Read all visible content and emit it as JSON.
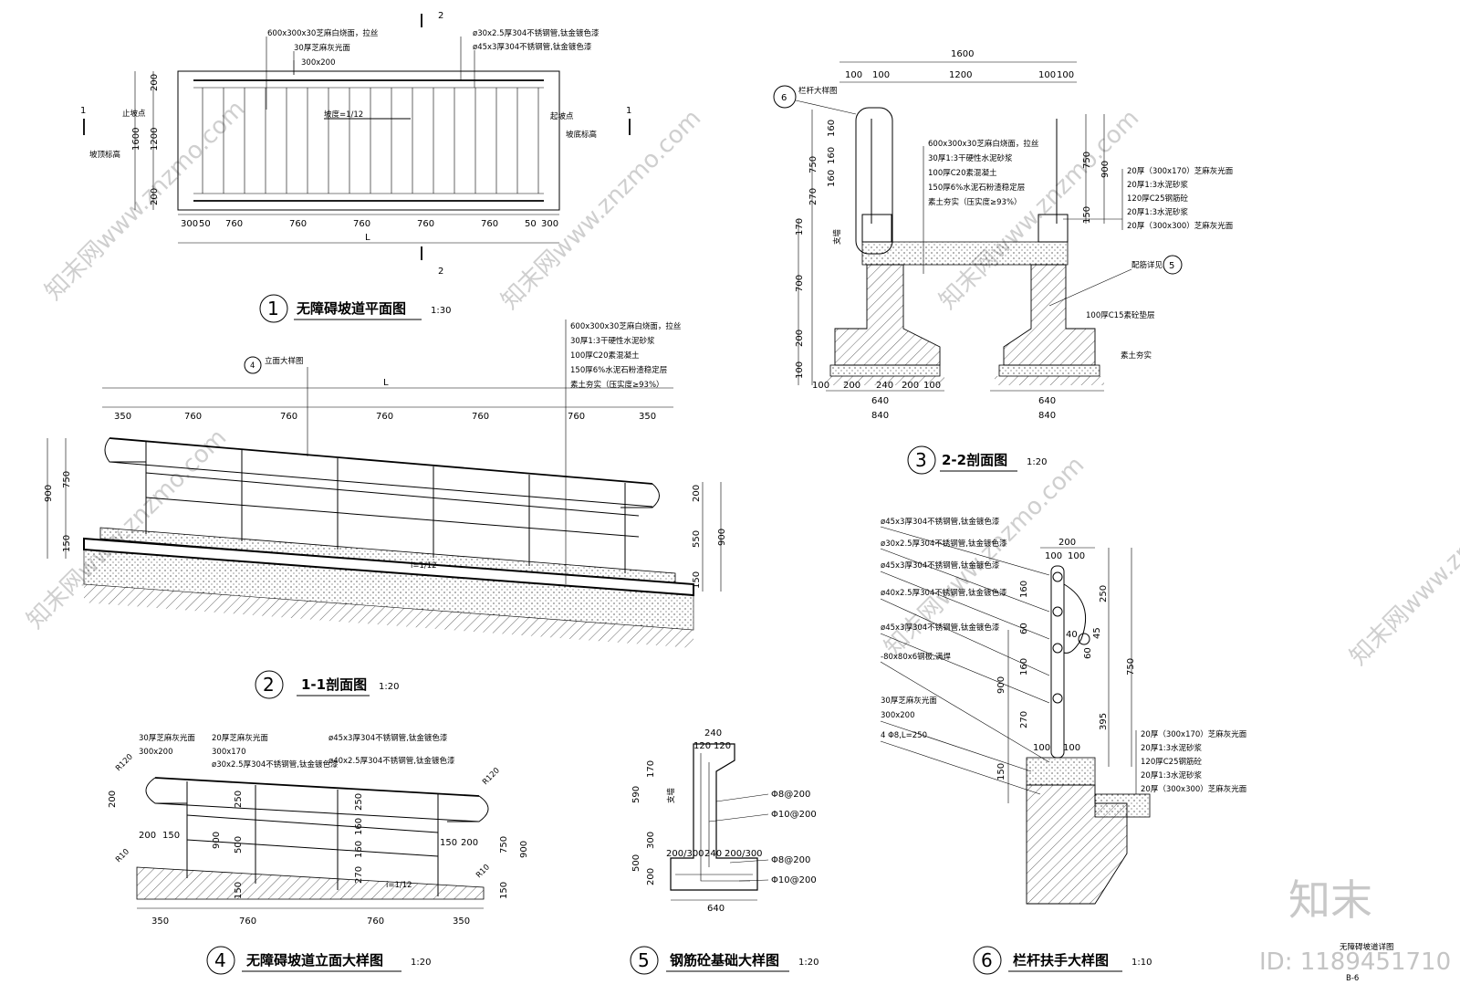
{
  "drawings": [
    {
      "num": "1",
      "title": "无障碍坡道平面图",
      "scale": "1:30"
    },
    {
      "num": "2",
      "title": "1-1剖面图",
      "scale": "1:20"
    },
    {
      "num": "3",
      "title": "2-2剖面图",
      "scale": "1:20"
    },
    {
      "num": "4",
      "title": "无障碍坡道立面大样图",
      "scale": "1:20"
    },
    {
      "num": "5",
      "title": "钢筋砼基础大样图",
      "scale": "1:20"
    },
    {
      "num": "6",
      "title": "栏杆扶手大样图",
      "scale": "1:10"
    }
  ],
  "plan": {
    "notes": [
      "600x300x30芝麻白烧面，拉丝",
      "30厚芝麻灰光面",
      "300x200",
      "ø30x2.5厚304不锈钢管,钛金镀色漆",
      "ø45x3厚304不锈钢管,钛金镀色漆",
      "止坡点",
      "起坡点",
      "坡顶标高",
      "坡底标高",
      "坡度=1/12"
    ],
    "bottom_dims": [
      "300",
      "50",
      "760",
      "760",
      "760",
      "760",
      "760",
      "50",
      "300"
    ],
    "total": "L",
    "side_dims": [
      "200",
      "1200",
      "200"
    ],
    "side_total": "1600",
    "section_marks": [
      "1",
      "1",
      "2",
      "2"
    ]
  },
  "section11": {
    "callout": "立面大样图",
    "callout_num": "4",
    "notes": [
      "600x300x30芝麻白烧面，拉丝",
      "30厚1:3干硬性水泥砂浆",
      "100厚C20素混凝土",
      "150厚6%水泥石粉渣稳定层",
      "素土夯实（压实度≥93%）"
    ],
    "top_dims": [
      "350",
      "760",
      "760",
      "760",
      "760",
      "760",
      "350"
    ],
    "total": "L",
    "left_dims": [
      "900",
      "750",
      "150"
    ],
    "right_dims": [
      "200",
      "550",
      "900",
      "150"
    ],
    "slope": "i=1/12"
  },
  "section22": {
    "top_dims": [
      "100",
      "100",
      "1200",
      "100",
      "100"
    ],
    "total": "1600",
    "callout": "栏杆大样图",
    "callout_num": "6",
    "notes": [
      "600x300x30芝麻白烧面，拉丝",
      "30厚1:3干硬性水泥砂浆",
      "100厚C20素混凝土",
      "150厚6%水泥石粉渣稳定层",
      "素土夯实（压实度≥93%）"
    ],
    "right_notes": [
      "20厚（300x170）芝麻灰光面",
      "20厚1:3水泥砂浆",
      "120厚C25钢筋砼",
      "20厚1:3水泥砂浆",
      "20厚（300x300）芝麻灰光面"
    ],
    "left_dims": [
      "160",
      "160",
      "160",
      "750",
      "270",
      "170",
      "700",
      "200",
      "100"
    ],
    "right_dims": [
      "750",
      "900",
      "150"
    ],
    "bottom_dims": [
      "100",
      "200",
      "240",
      "200",
      "100"
    ],
    "base_dims": [
      "640",
      "840"
    ],
    "rebar_note": "配筋详见",
    "rebar_num": "5",
    "base_note": "100厚C15素砼垫层",
    "soil_note": "素土夯实",
    "label_zhiqiang": "支墙"
  },
  "elevation": {
    "notes": [
      "30厚芝麻灰光面",
      "300x200",
      "20厚芝麻灰光面",
      "300x170",
      "ø30x2.5厚304不锈钢管,钛金镀色漆",
      "ø45x3厚304不锈钢管,钛金镀色漆",
      "ø40x2.5厚304不锈钢管,钛金镀色漆"
    ],
    "radii": [
      "R120",
      "R120",
      "R10",
      "R10"
    ],
    "dims": [
      "200",
      "200",
      "150",
      "150",
      "200",
      "250",
      "900",
      "500",
      "250",
      "160",
      "160",
      "270",
      "150",
      "750",
      "900",
      "150"
    ],
    "bottom_dims": [
      "350",
      "760",
      "760",
      "350"
    ],
    "slope": "i=1/12"
  },
  "foundation": {
    "top_dims": [
      "240",
      "120",
      "120"
    ],
    "left_dims": [
      "170",
      "590",
      "300",
      "500",
      "200"
    ],
    "mid_dims": [
      "200/300",
      "240",
      "200/300"
    ],
    "rebar": [
      "Φ8@200",
      "Φ10@200",
      "Φ8@200",
      "Φ10@200"
    ],
    "bottom": "640",
    "label_zhiqiang": "支墙"
  },
  "handrail": {
    "notes": [
      "ø45x3厚304不锈钢管,钛金镀色漆",
      "ø30x2.5厚304不锈钢管,钛金镀色漆",
      "ø45x3厚304不锈钢管,钛金镀色漆",
      "ø40x2.5厚304不锈钢管,钛金镀色漆",
      "ø45x3厚304不锈钢管,钛金镀色漆",
      "-80x80x6钢板,满焊",
      "30厚芝麻灰光面",
      "300x200",
      "4 Φ8,L=250"
    ],
    "top_dims": [
      "200",
      "100",
      "100"
    ],
    "dims": [
      "160",
      "60",
      "160",
      "900",
      "270",
      "150",
      "250",
      "45",
      "60",
      "40",
      "750",
      "395",
      "100",
      "100"
    ],
    "right_notes": [
      "20厚（300x170）芝麻灰光面",
      "20厚1:3水泥砂浆",
      "120厚C25钢筋砼",
      "20厚1:3水泥砂浆",
      "20厚（300x300）芝麻灰光面"
    ]
  },
  "sheet_label": "无障碍坡道详图",
  "sheet_code": "B-6",
  "watermark_brand": "知末",
  "watermark_id": "ID: 1189451710",
  "watermark_text": "知末网www.znzmo.com"
}
